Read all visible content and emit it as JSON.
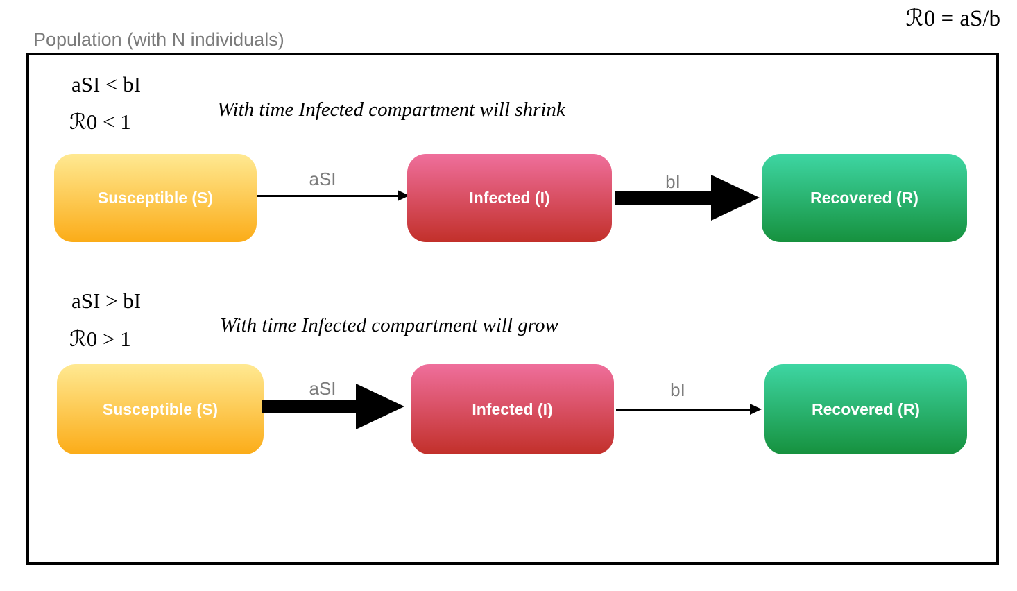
{
  "header": {
    "formula": "ℛ0 = aS/b",
    "population_label": "Population (with N individuals)"
  },
  "compartment_labels": {
    "susceptible": "Susceptible (S)",
    "infected": "Infected (I)",
    "recovered": "Recovered (R)"
  },
  "scenarios": [
    {
      "condition": "aSI < bI",
      "r0_condition": "ℛ0 < 1",
      "annotation": "With time Infected compartment will shrink",
      "s_to_i_label": "aSI",
      "s_to_i_weight": "thin",
      "i_to_r_label": "bI",
      "i_to_r_weight": "thick"
    },
    {
      "condition": "aSI > bI",
      "r0_condition": "ℛ0 > 1",
      "annotation": "With time Infected compartment will grow",
      "s_to_i_label": "aSI",
      "s_to_i_weight": "thick",
      "i_to_r_label": "bI",
      "i_to_r_weight": "thin"
    }
  ],
  "colors": {
    "susceptible_gradient_top": "#FFE992",
    "susceptible_gradient_bottom": "#FBAC18",
    "infected_gradient_top": "#EF6F9C",
    "infected_gradient_bottom": "#C2302A",
    "recovered_gradient_top": "#3ED6A3",
    "recovered_gradient_bottom": "#16913E",
    "secondary_text": "#7B7B7B",
    "arrow": "#000000"
  }
}
